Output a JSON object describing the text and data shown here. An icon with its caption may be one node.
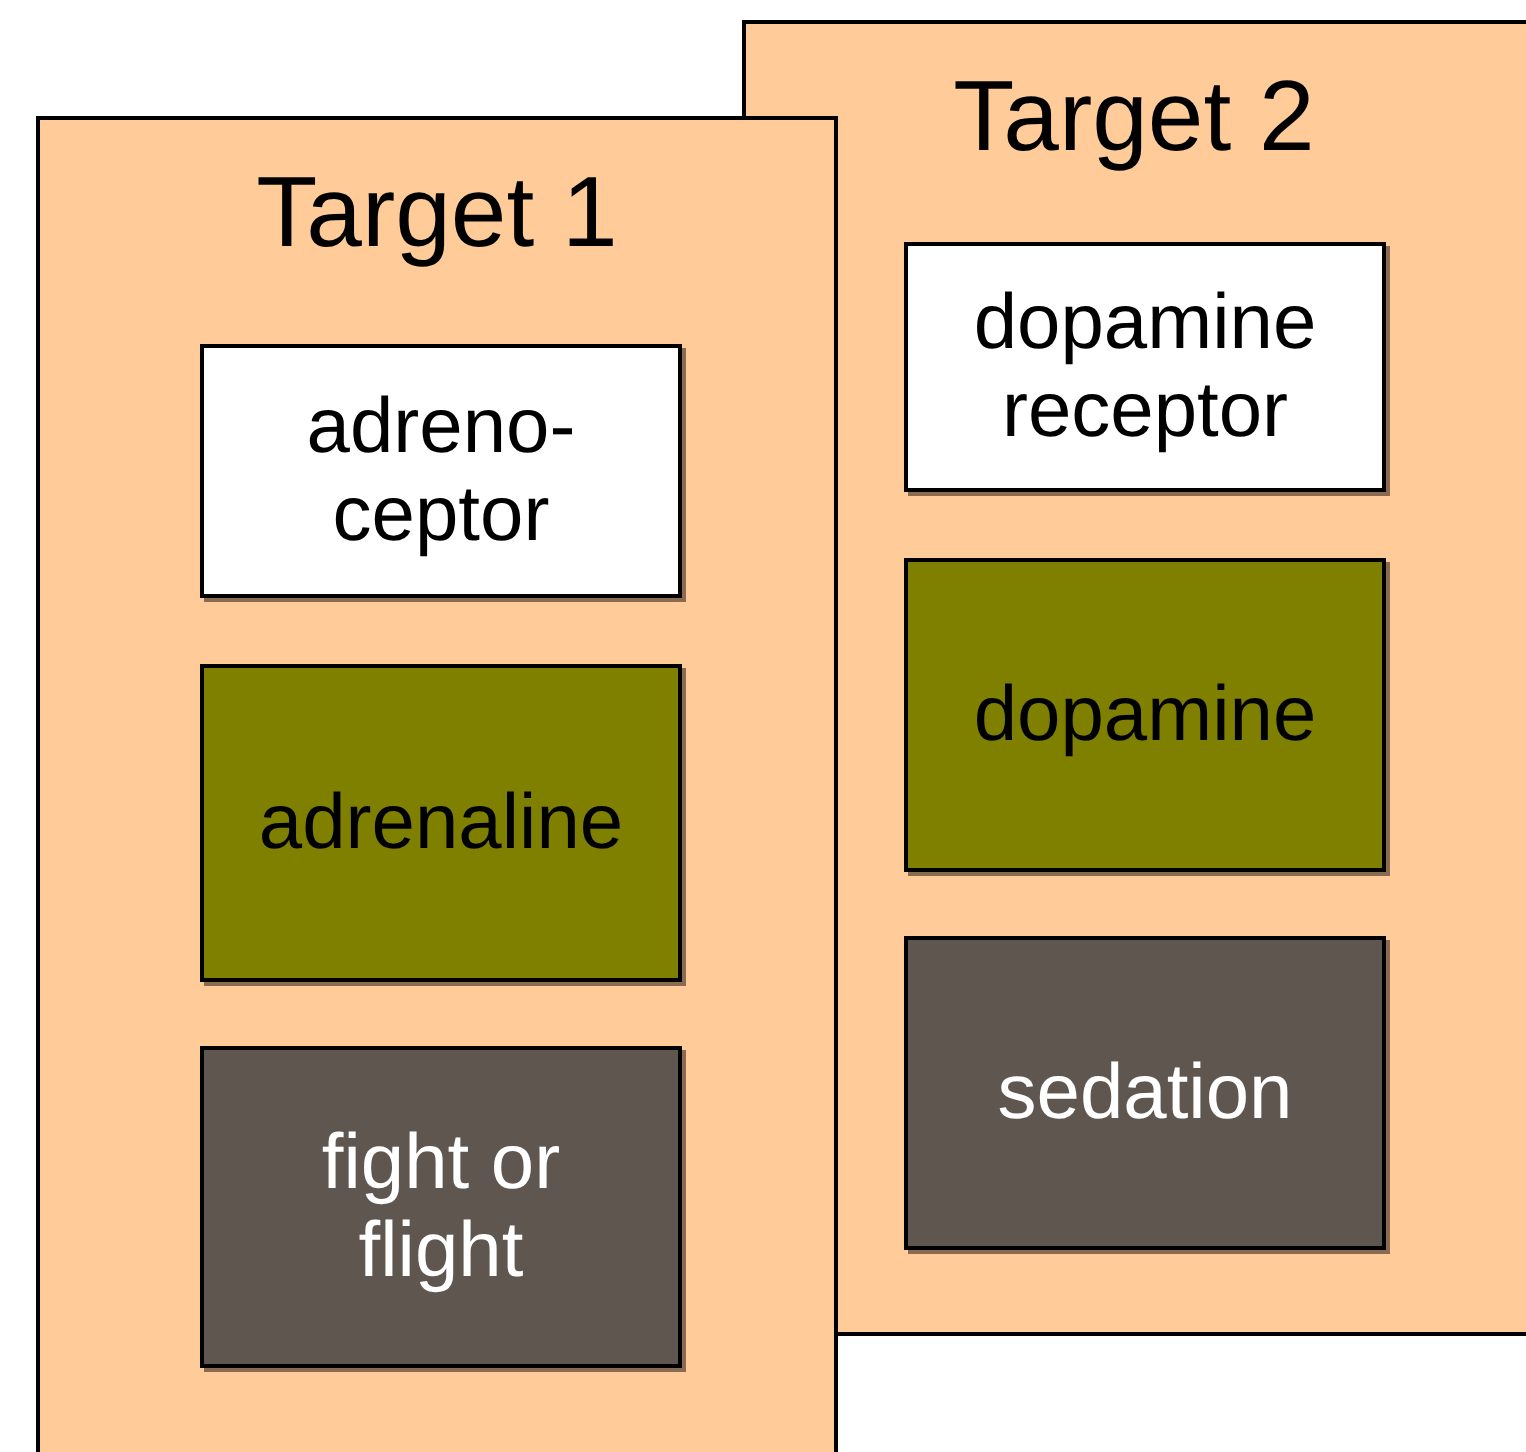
{
  "diagram": {
    "nodes": [
      {
        "text": [
          "Target 1"
        ]
      },
      {
        "text": [
          "adreno- ceptor"
        ],
        "in": 0
      },
      {
        "text": [
          "adrenaline"
        ],
        "in": 0
      },
      {
        "text": [
          "fight or flight"
        ],
        "in": 0
      },
      {
        "text": [
          "Target 2"
        ]
      },
      {
        "text": [
          "dopamine receptor"
        ],
        "in": 4
      },
      {
        "text": [
          "dopamine"
        ],
        "in": 4
      },
      {
        "text": [
          "sedation"
        ],
        "in": 4
      }
    ]
  }
}
